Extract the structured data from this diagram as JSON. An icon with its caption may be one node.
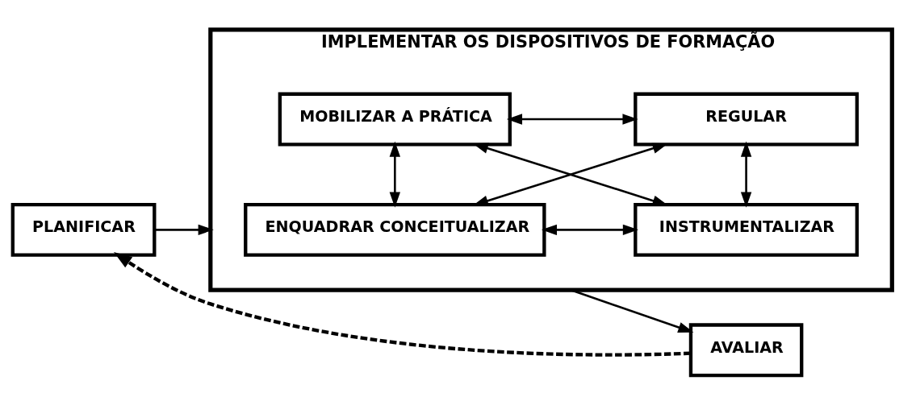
{
  "diagram": {
    "nodes": [
      {
        "text": [
          "PLANIFICAR"
        ]
      },
      {
        "text": [
          "IMPLEMENTAR OS DISPOSITIVOS DE FORMAÇÃO"
        ]
      },
      {
        "text": [
          "ENQUADRAR CONCEITUALIZAR"
        ],
        "in": 1
      },
      {
        "text": [
          "INSTRUMENTALIZAR"
        ],
        "in": 1
      },
      {
        "text": [
          "MOBILIZAR A PRÁTICA"
        ],
        "in": 1
      },
      {
        "text": [
          "REGULAR"
        ],
        "in": 1
      },
      {
        "text": [
          "AVALIAR"
        ]
      }
    ],
    "edges": [
      {
        "from": 0,
        "to": 1,
        "arrow": "to"
      },
      {
        "from": 1,
        "to": 6,
        "arrow": "to"
      },
      {
        "from": 2,
        "to": 3,
        "arrow": "both"
      },
      {
        "from": 2,
        "to": 4,
        "arrow": "both"
      },
      {
        "from": 2,
        "to": 5,
        "arrow": "both"
      },
      {
        "from": 4,
        "to": 3,
        "arrow": "both"
      },
      {
        "from": 3,
        "to": 5,
        "arrow": "both"
      },
      {
        "from": 4,
        "to": 5,
        "arrow": "both"
      },
      {
        "from": 6,
        "to": 0,
        "arrow": "to",
        "style": "dashed"
      }
    ]
  }
}
